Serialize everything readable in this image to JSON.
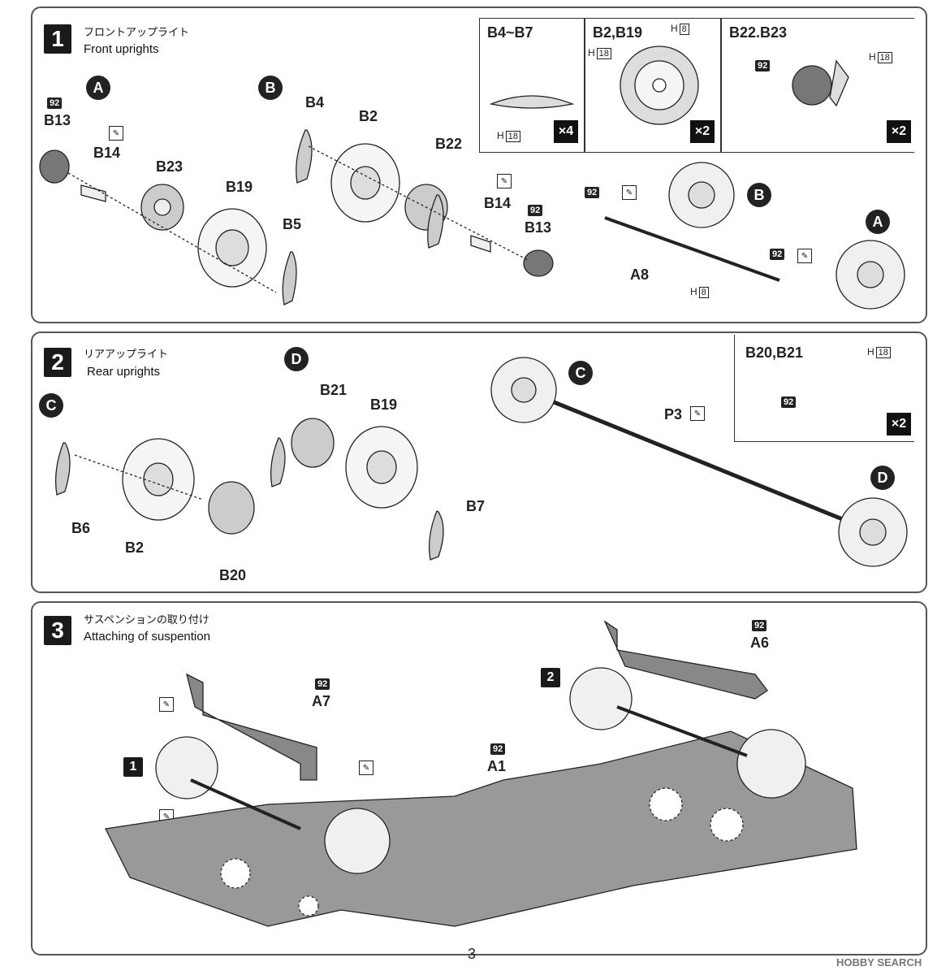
{
  "step1": {
    "number": "1",
    "title_jp": "フロントアップライト",
    "title_en": "Front uprights",
    "markers": [
      "A",
      "B"
    ],
    "parts": {
      "b13_left": "B13",
      "b14_left": "B14",
      "b23": "B23",
      "b19": "B19",
      "b5": "B5",
      "b4": "B4",
      "b2": "B2",
      "b22": "B22",
      "b14_right": "B14",
      "b13_right": "B13",
      "a8": "A8"
    },
    "badge": "92",
    "hnum": "8",
    "box1": {
      "title": "B4~B7",
      "h": "18",
      "mult": "×4"
    },
    "box2": {
      "title": "B2,B19",
      "h1": "8",
      "h2": "18",
      "mult": "×2"
    },
    "box3": {
      "title": "B22.B23",
      "badge": "92",
      "h": "18",
      "mult": "×2"
    },
    "axle_markers": [
      "B",
      "A"
    ]
  },
  "step2": {
    "number": "2",
    "title_jp": "リアアップライト",
    "title_en": "Rear uprights",
    "markers": [
      "C",
      "D"
    ],
    "parts": {
      "b6": "B6",
      "b2": "B2",
      "b20": "B20",
      "b21": "B21",
      "b19": "B19",
      "b7": "B7",
      "p3": "P3"
    },
    "box": {
      "title": "B20,B21",
      "h": "18",
      "badge": "92",
      "mult": "×2"
    },
    "axle_markers": [
      "C",
      "D"
    ]
  },
  "step3": {
    "number": "3",
    "title_jp": "サスペンションの取り付け",
    "title_en": "Attaching of suspention",
    "parts": {
      "a7": "A7",
      "a1": "A1",
      "a6": "A6"
    },
    "badge": "92",
    "subrefs": [
      "1",
      "2"
    ]
  },
  "footer": {
    "page": "3",
    "watermark": "HOBBY SEARCH"
  },
  "icons": [
    "glue-icon",
    "arrow-icon"
  ]
}
